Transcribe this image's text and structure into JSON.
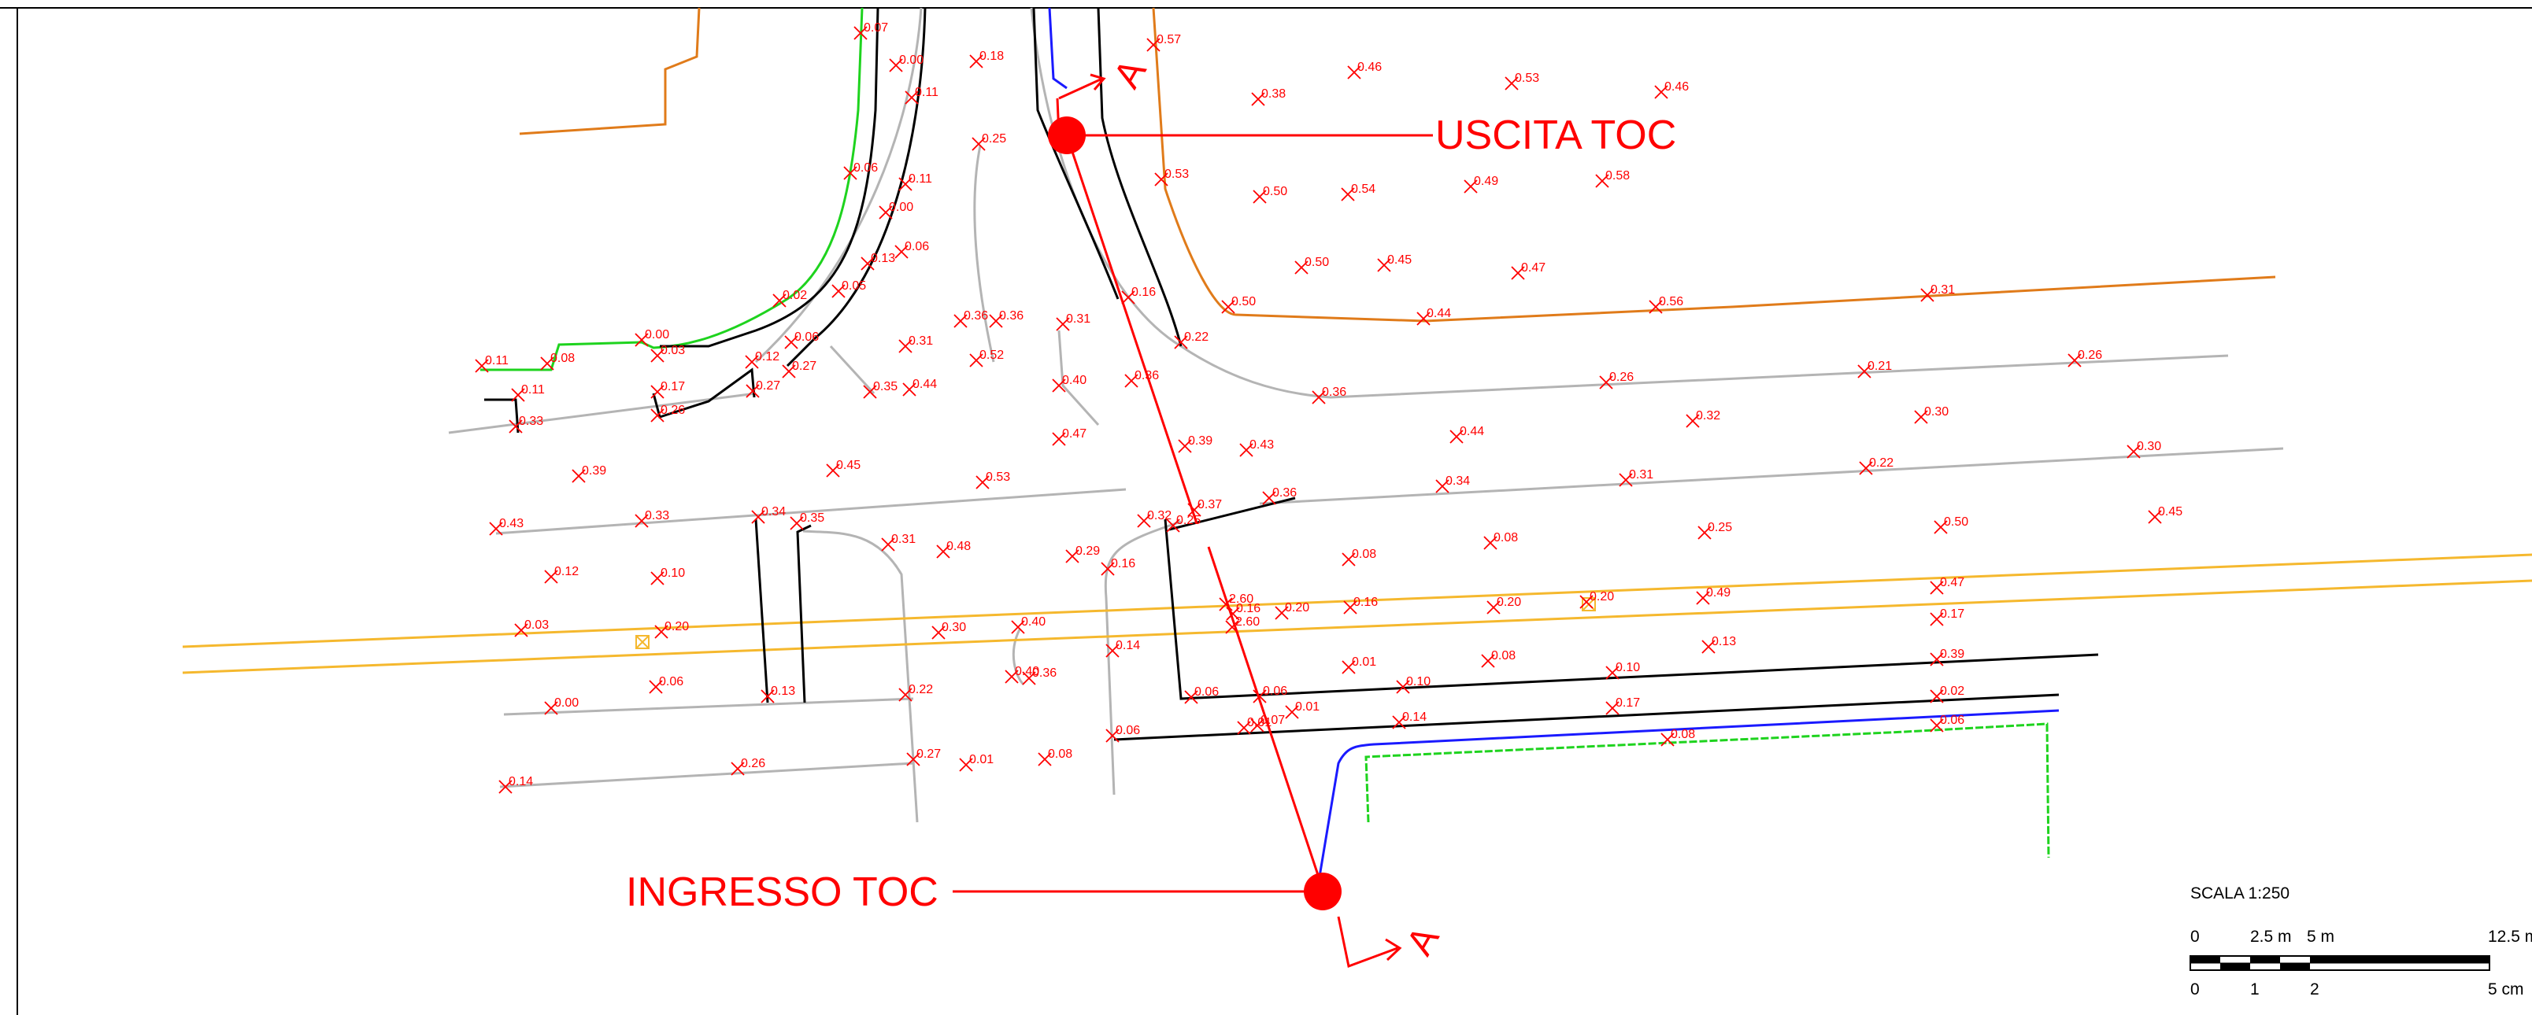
{
  "labels": {
    "uscita": "USCITA TOC",
    "ingresso": "INGRESSO TOC",
    "section_marker": "A"
  },
  "scale": {
    "title": "SCALA 1:250",
    "meters": [
      "0",
      "2.5  m",
      "5  m",
      "12.5 m"
    ],
    "cm": [
      "0",
      "1",
      "2",
      "5 cm"
    ]
  },
  "colors": {
    "annotation_red": "#ff0000",
    "orange_line": "#e07b1a",
    "yellow_line": "#f5b82e",
    "green_line": "#1ed31e",
    "blue_line": "#1a1aff",
    "grey_line": "#b4b4b4"
  },
  "spot_elevations": [
    "0.07",
    "0.00",
    "0.11",
    "0.18",
    "0.57",
    "0.46",
    "0.53",
    "0.46",
    "0.38",
    "0.25",
    "0.06",
    "0.11",
    "0.00",
    "0.53",
    "0.50",
    "0.54",
    "0.49",
    "0.58",
    "0.13",
    "0.06",
    "0.50",
    "0.45",
    "0.47",
    "0.05",
    "0.02",
    "0.16",
    "0.50",
    "0.44",
    "0.56",
    "0.31",
    "0.11",
    "0.08",
    "0.00",
    "0.03",
    "0.06",
    "0.27",
    "0.12",
    "0.31",
    "0.36",
    "0.36",
    "0.52",
    "0.31",
    "0.22",
    "0.11",
    "0.17",
    "0.27",
    "0.35",
    "0.44",
    "0.40",
    "0.36",
    "0.36",
    "0.26",
    "0.21",
    "0.26",
    "0.33",
    "0.26",
    "0.47",
    "0.39",
    "0.43",
    "0.44",
    "0.32",
    "0.30",
    "0.39",
    "0.45",
    "0.53",
    "0.36",
    "0.34",
    "0.31",
    "0.22",
    "0.30",
    "0.43",
    "0.33",
    "0.34",
    "0.35",
    "0.31",
    "0.48",
    "0.29",
    "0.16",
    "0.32",
    "0.37",
    "0.25",
    "0.08",
    "0.08",
    "0.25",
    "0.50",
    "0.45",
    "0.12",
    "0.10",
    "2.60",
    "0.16",
    "2.60",
    "0.20",
    "0.16",
    "0.20",
    "0.20",
    "0.49",
    "0.47",
    "0.17",
    "0.03",
    "0.20",
    "0.30",
    "0.40",
    "0.14",
    "0.40",
    "0.36",
    "0.01",
    "0.08",
    "0.10",
    "0.13",
    "0.39",
    "0.00",
    "0.06",
    "0.13",
    "0.22",
    "0.06",
    "0.06",
    "0.01",
    "0.10",
    "0.17",
    "0.02",
    "0.14",
    "0.26",
    "0.27",
    "0.01",
    "0.08",
    "0.06",
    "0.01",
    "0.07",
    "0.14",
    "0.08",
    "0.06"
  ]
}
